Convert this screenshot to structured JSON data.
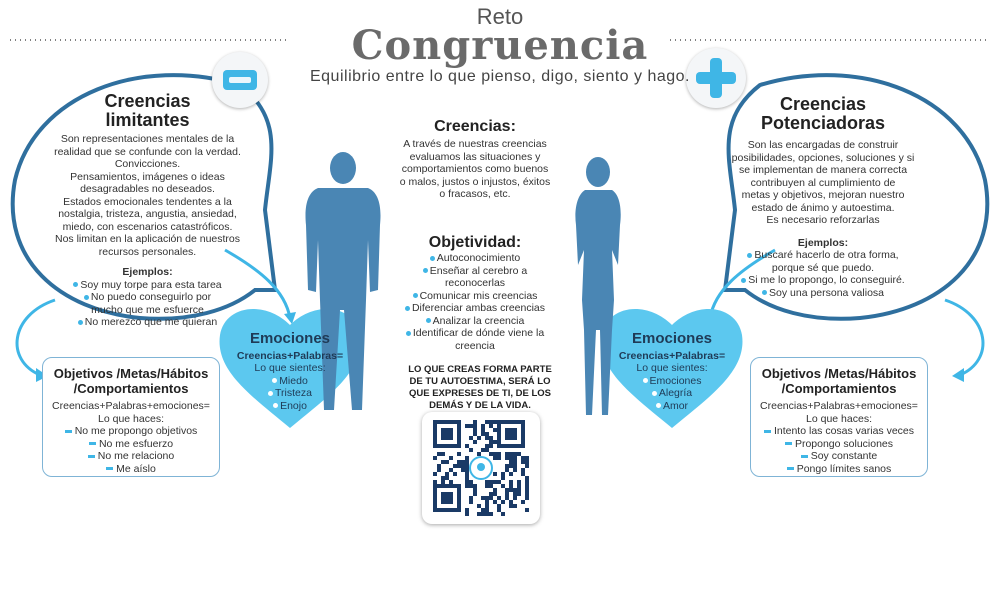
{
  "header": {
    "small_title": "Reto",
    "big_title": "Congruencia",
    "subtitle": "Equilibrio entre lo que pienso, digo, siento y hago."
  },
  "left": {
    "title_line1": "Creencias",
    "title_line2": "limitantes",
    "description": [
      "Son representaciones mentales de la",
      "realidad que se confunde con la verdad.",
      "Convicciones.",
      "Pensamientos, imágenes o ideas",
      "desagradables no deseados.",
      "Estados emocionales tendentes a la",
      "nostalgia, tristeza, angustia, ansiedad,",
      "miedo, con escenarios catastróficos.",
      "Nos limitan en la aplicación de nuestros",
      "recursos personales."
    ],
    "examples_label": "Ejemplos:",
    "examples": [
      "Soy muy torpe para esta tarea",
      "No puedo conseguirlo por",
      "mucho que me esfuerce",
      "No merezco que me quieran"
    ],
    "emotions": {
      "title": "Emociones",
      "formula": "Creencias+Palabras=",
      "label": "Lo que sientes:",
      "items": [
        "Miedo",
        "Tristeza",
        "Enojo"
      ]
    },
    "box": {
      "title_line1": "Objetivos /Metas/Hábitos",
      "title_line2": "/Comportamientos",
      "formula": "Creencias+Palabras+emociones=",
      "label": "Lo que haces:",
      "items": [
        "No me propongo objetivos",
        "No me esfuerzo",
        "No me relaciono",
        "Me aíslo"
      ]
    }
  },
  "right": {
    "title_line1": "Creencias",
    "title_line2": "Potenciadoras",
    "description": [
      "Son las encargadas de construir",
      "posibilidades, opciones, soluciones y si",
      "se implementan de manera correcta",
      "contribuyen al cumplimiento de",
      "metas y objetivos, mejoran nuestro",
      "estado de ánimo y autoestima.",
      "Es necesario reforzarlas"
    ],
    "examples_label": "Ejemplos:",
    "examples": [
      "Buscaré hacerlo de otra forma,",
      "porque sé que puedo.",
      "Si me lo propongo, lo conseguiré.",
      "Soy una persona valiosa"
    ],
    "emotions": {
      "title": "Emociones",
      "formula": "Creencias+Palabras=",
      "label": "Lo que sientes:",
      "items": [
        "Emociones",
        "Alegría",
        "Amor"
      ]
    },
    "box": {
      "title_line1": "Objetivos /Metas/Hábitos",
      "title_line2": "/Comportamientos",
      "formula": "Creencias+Palabras+emociones=",
      "label": "Lo que haces:",
      "items": [
        "Intento las cosas varias veces",
        "Propongo soluciones",
        "Soy constante",
        "Pongo límites sanos"
      ]
    }
  },
  "center": {
    "beliefs_title": "Creencias:",
    "beliefs_text": [
      "A través de nuestras creencias",
      "evaluamos las situaciones y",
      "comportamientos como buenos",
      "o malos, justos o injustos, éxitos",
      "o fracasos, etc."
    ],
    "objectivity_title": "Objetividad:",
    "objectivity_items": [
      "Autoconocimiento",
      "Enseñar al cerebro a",
      "reconocerlas",
      "Comunicar mis creencias",
      "Diferenciar ambas creencias",
      "Analizar la creencia",
      "Identificar de dónde viene la",
      "creencia"
    ],
    "closing": [
      "LO QUE CREAS FORMA PARTE",
      "DE TU AUTOESTIMA, SERÁ LO",
      "QUE EXPRESES DE TI, DE LOS",
      "DEMÁS Y DE LA VIDA."
    ]
  },
  "colors": {
    "accent": "#3fb6e6",
    "heart": "#5cc8ef",
    "silhouette": "#4a86b4",
    "bubble_stroke": "#2f6f9e"
  },
  "icons": {
    "minus": "minus-icon",
    "plus": "plus-icon",
    "qr": "qr-code-icon"
  }
}
